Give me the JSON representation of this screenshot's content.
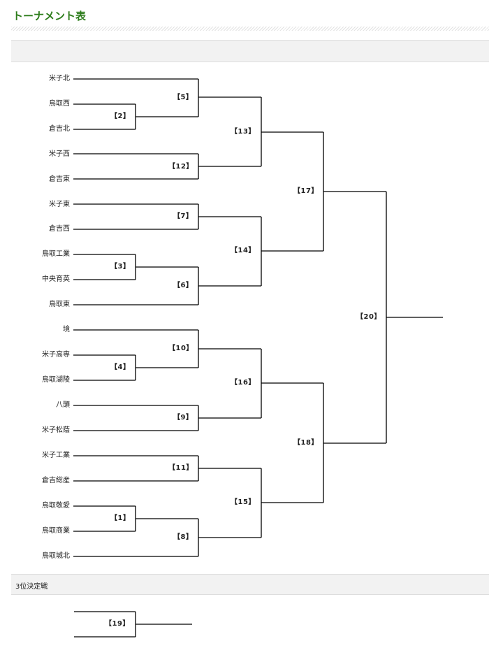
{
  "page_title": "トーナメント表",
  "section_header": "",
  "third_place_header": "3位決定戦",
  "teams": [
    "米子北",
    "鳥取西",
    "倉吉北",
    "米子西",
    "倉吉東",
    "米子東",
    "倉吉西",
    "鳥取工業",
    "中央育英",
    "鳥取東",
    "境",
    "米子高専",
    "鳥取湖陵",
    "八頭",
    "米子松蔭",
    "米子工業",
    "倉吉総産",
    "鳥取敬愛",
    "鳥取商業",
    "鳥取城北"
  ],
  "matches": {
    "m1": "【1】",
    "m2": "【2】",
    "m3": "【3】",
    "m4": "【4】",
    "m5": "【5】",
    "m6": "【6】",
    "m7": "【7】",
    "m8": "【8】",
    "m9": "【9】",
    "m10": "【10】",
    "m11": "【11】",
    "m12": "【12】",
    "m13": "【13】",
    "m14": "【14】",
    "m15": "【15】",
    "m16": "【16】",
    "m17": "【17】",
    "m18": "【18】",
    "m19": "【19】",
    "m20": "【20】"
  }
}
